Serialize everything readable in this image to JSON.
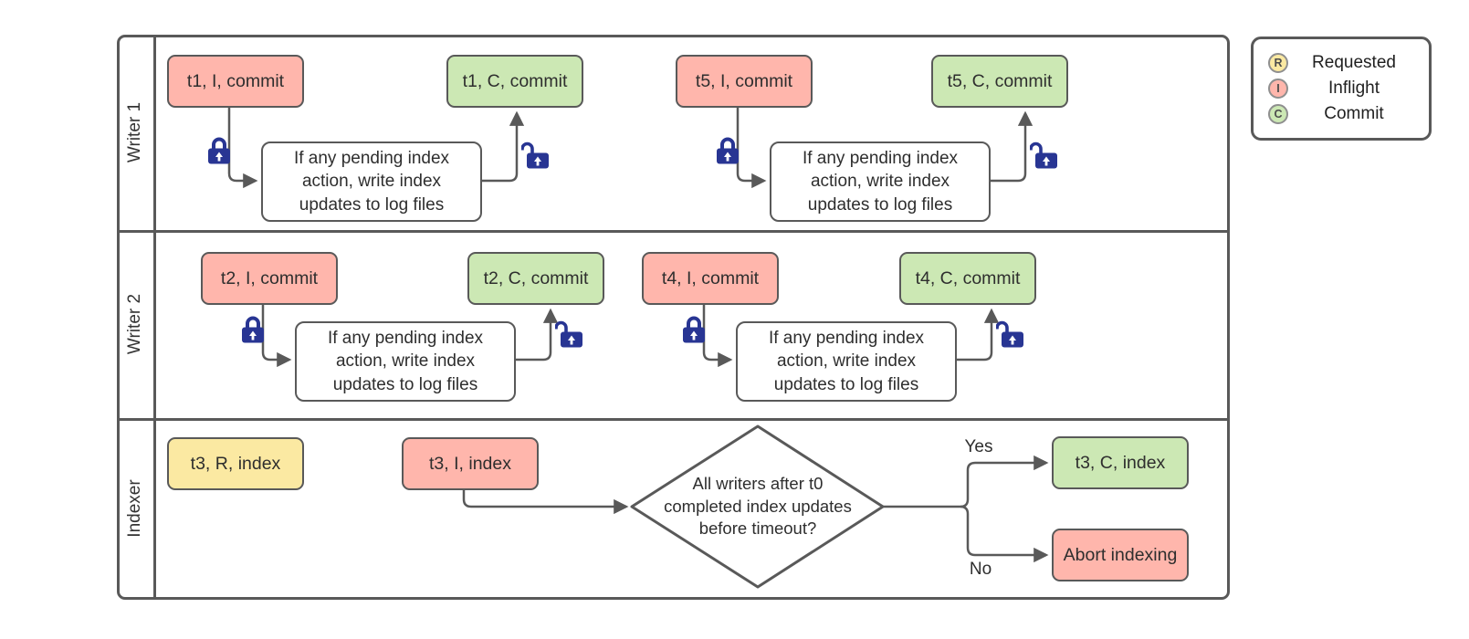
{
  "palette": {
    "inflight_fill": "#ffb6ac",
    "commit_fill": "#cce8b4",
    "requested_fill": "#fbe9a2",
    "shape_border": "#595959",
    "connector": "#595959",
    "lock_blue": "#283593",
    "text": "#2e2e2e"
  },
  "lanes": [
    {
      "label": "Writer 1"
    },
    {
      "label": "Writer 2"
    },
    {
      "label": "Indexer"
    }
  ],
  "nodes": {
    "t1_i": "t1, I, commit",
    "t1_c": "t1, C, commit",
    "t5_i": "t5, I, commit",
    "t5_c": "t5, C, commit",
    "t2_i": "t2, I, commit",
    "t2_c": "t2, C, commit",
    "t4_i": "t4, I, commit",
    "t4_c": "t4, C, commit",
    "t3_r": "t3, R, index",
    "t3_i": "t3, I, index",
    "t3_c": "t3, C, index",
    "abort": "Abort indexing"
  },
  "note_lines": [
    "If any pending index",
    "action, write index",
    "updates to log files"
  ],
  "decision_lines": [
    "All writers after t0",
    "completed index updates",
    "before timeout?"
  ],
  "branch_labels": {
    "yes": "Yes",
    "no": "No"
  },
  "legend": {
    "items": [
      {
        "letter": "R",
        "label": "Requested",
        "state": "requested"
      },
      {
        "letter": "I",
        "label": "Inflight",
        "state": "inflight"
      },
      {
        "letter": "C",
        "label": "Commit",
        "state": "commit"
      }
    ]
  }
}
